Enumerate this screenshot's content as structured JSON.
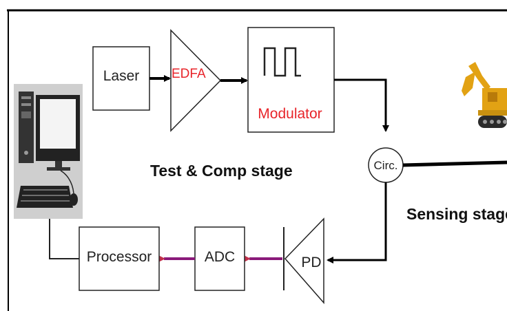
{
  "blocks": {
    "laser": "Laser",
    "edfa": "EDFA",
    "modulator": "Modulator",
    "circulator": "Circ.",
    "pd": "PD",
    "adc": "ADC",
    "processor": "Processor"
  },
  "stages": {
    "test_comp": "Test & Comp stage",
    "sensing": "Sensing stage"
  },
  "icons": {
    "computer": "desktop-computer-icon",
    "excavator": "excavator-icon",
    "pulse": "pulse-waveform-icon"
  },
  "colors": {
    "accent_red": "#e8242a",
    "signal_arrow": "#8a1a7a",
    "excavator_yellow": "#e2a214"
  }
}
